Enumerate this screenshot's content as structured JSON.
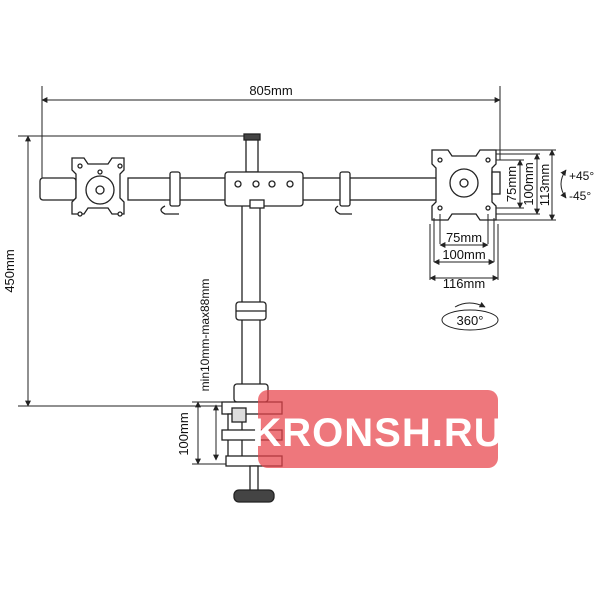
{
  "dimensions": {
    "total_width": "805mm",
    "height": "450mm",
    "clamp_thickness": "100mm",
    "clamp_range": "min10mm-max88mm",
    "vesa_inner_w": "75mm",
    "vesa_outer_w": "100mm",
    "plate_w": "116mm",
    "vesa_inner_h": "75mm",
    "vesa_outer_h": "100mm",
    "plate_h": "113mm"
  },
  "tilt": {
    "up": "+45°",
    "down": "-45°"
  },
  "rotation": "360°",
  "watermark": {
    "text": "KRONSH.RU",
    "color": "#e8424a"
  },
  "colors": {
    "line": "#222222",
    "fill": "#ffffff"
  }
}
